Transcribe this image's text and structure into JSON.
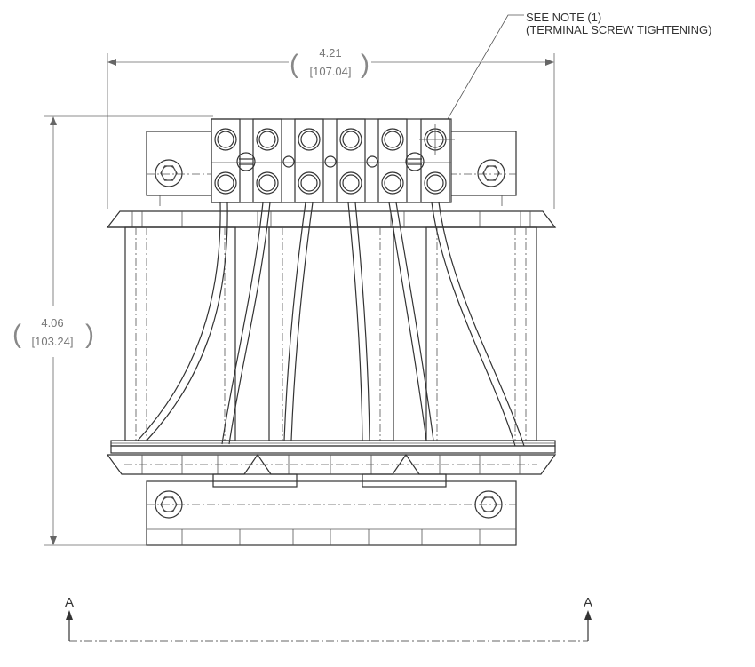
{
  "note": {
    "line1": "SEE NOTE (1)",
    "line2": "(TERMINAL SCREW TIGHTENING)"
  },
  "dimensions": {
    "width_in": "4.21",
    "width_mm": "[107.04]",
    "height_in": "4.06",
    "height_mm": "[103.24]"
  },
  "section": {
    "left_label": "A",
    "right_label": "A"
  },
  "colors": {
    "line": "#333333",
    "dimension": "#777777",
    "background": "#ffffff"
  }
}
